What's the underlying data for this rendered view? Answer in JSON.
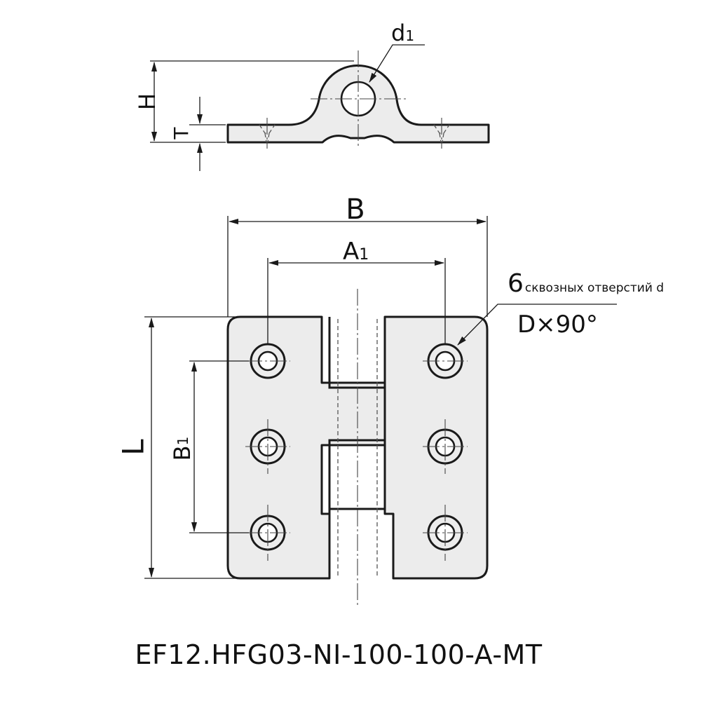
{
  "labels": {
    "d1": {
      "main": "d",
      "sub": "1"
    },
    "h": "H",
    "t": "T",
    "b": "B",
    "a1": {
      "main": "A",
      "sub": "1"
    },
    "l": "L",
    "b1": {
      "main": "B",
      "sub": "1"
    },
    "holes": {
      "count": "6",
      "text": "сквозных отверстий d"
    },
    "countersink": "D×90°"
  },
  "caption": "EF12.HFG03-NI-100-100-A-MT"
}
